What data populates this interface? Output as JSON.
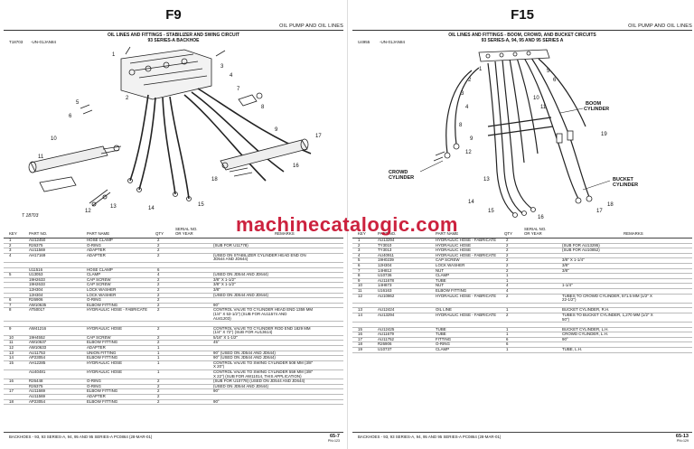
{
  "watermark": "machinecatalogic.com",
  "left": {
    "title": "F9",
    "section": "OIL PUMP AND OIL LINES",
    "caption_l1": "OIL LINES AND FITTINGS - STABILIZER AND SWING CIRCUIT",
    "caption_l2": "93 SERIES-A BACKHOE",
    "figref": "T18703",
    "figref2": "-UN-01JAN84",
    "diagram_label": "T 18703",
    "headers": {
      "key": "KEY",
      "part": "PART NO.",
      "name": "PART NAME",
      "qty": "QTY",
      "serial": "SERIAL NO.\nOR YEAR",
      "remarks": "REMARKS"
    },
    "rows": [
      [
        "1",
        "AU12450",
        "HOSE CLAMP",
        "2",
        "",
        ""
      ],
      [
        "2",
        "R26375",
        "O-RING",
        "2",
        "",
        "(SUB FOR U11778)"
      ],
      [
        "3",
        "AU11569",
        "ADAPTER",
        "2",
        "",
        ""
      ],
      [
        "4",
        "AH17169",
        "ADAPTER",
        "2",
        "",
        "(USED ON STABILIZER CYLINDER HEAD END ON\nJD544 AND JD644)"
      ],
      [
        "",
        "",
        "",
        "",
        "",
        ""
      ],
      [
        "",
        "U11516",
        "HOSE CLAMP",
        "6",
        "",
        ""
      ],
      [
        "5",
        "U13053",
        "CLAMP",
        "4",
        "",
        "(USED ON JD544 AND JD644)"
      ],
      [
        "",
        "19H2633",
        "CAP SCREW",
        "2",
        "",
        "3/8\" X 1-1/2\""
      ],
      [
        "",
        "19H2633",
        "CAP SCREW",
        "2",
        "",
        "3/8\" X 1-1/2\""
      ],
      [
        "",
        "12H304",
        "LOCK WASHER",
        "2",
        "",
        "3/8\""
      ],
      [
        "",
        "12H304",
        "LOCK WASHER",
        "2",
        "",
        "(USED ON JD544 AND JD644)"
      ],
      [
        "6",
        "R26906",
        "O-RING",
        "2",
        "",
        "",
        ""
      ],
      [
        "7",
        "AW10635",
        "ELBOW FITTING",
        "2",
        "",
        "90°"
      ],
      [
        "8",
        "AT50017",
        "HYDRAULIC HOSE - FABRICATE",
        "2",
        "",
        "CONTROL VALVE TO CYLINDER HEAD END 1359 MM\n(1/4\" X 53-1/2\") (SUB FOR AU11574 AND\nAU41203)"
      ],
      [
        "",
        "",
        "",
        "",
        "",
        ""
      ],
      [
        "9",
        "AW41216",
        "HYDRAULIC HOSE",
        "2",
        "",
        "CONTROL VALVE TO CYLINDER ROD END 1829 MM\n(1/4\" X 72\") (SUB FOR AU13614)"
      ],
      [
        "10",
        "19H4552",
        "CAP SCREW",
        "2",
        "",
        "5/16\" X 1-1/2\""
      ],
      [
        "11",
        "AW10637",
        "ELBOW FITTING",
        "2",
        "",
        "45°"
      ],
      [
        "12",
        "AW10633",
        "ADAPTER",
        "1",
        "",
        ""
      ],
      [
        "13",
        "AU11753",
        "UNION FITTING",
        "1",
        "",
        "90° (USED ON JD544 AND JD644)"
      ],
      [
        "14",
        "AP23054",
        "ELBOW FITTING",
        "1",
        "",
        "90° (USED ON JD544 AND JD644)"
      ],
      [
        "15",
        "AH12285",
        "HYDRAULIC HOSE",
        "1",
        "",
        "CONTROL VALVE TO SWING CYLINDER 508 MM (3/8\"\nX 20\")"
      ],
      [
        "",
        "AU40481",
        "HYDRAULIC HOSE",
        "1",
        "",
        "CONTROL VALVE TO SWING CYLINDER 559 MM (3/8\"\nX 22\") (SUB FOR AW11014, THIS APPLICATION)"
      ],
      [
        "16",
        "R26448",
        "O-RING",
        "2",
        "",
        "(SUB FOR U10778) (USED ON JD544 AND JD644)"
      ],
      [
        "",
        "R26375",
        "O-RING",
        "2",
        "",
        "(USED ON JD544 AND JD644)"
      ],
      [
        "17",
        "AU11669",
        "ELBOW FITTING",
        "2",
        "",
        "90°"
      ],
      [
        "",
        "AU11569",
        "ADAPTER",
        "2",
        "",
        ""
      ],
      [
        "18",
        "AP23054",
        "ELBOW FITTING",
        "2",
        "",
        "90°"
      ]
    ],
    "footer_left": "BACKHOES - 93, 93 SERIES-A, 94, 95 AND 95 SERIES-A   PC0864   (28-MAR-01)",
    "footer_page": "65-7",
    "footer_sub": "PN=123"
  },
  "right": {
    "title": "F15",
    "section": "OIL PUMP AND OIL LINES",
    "caption_l1": "OIL LINES AND FITTINGS - BOOM, CROWD, AND BUCKET CIRCUITS",
    "caption_l2": "93 SERIES-A, 94, 95 AND 95 SERIES A",
    "figref": "U4955",
    "figref2": "-UN-01JAN84",
    "callouts": {
      "boom": "BOOM\nCYLINDER",
      "crowd": "CROWD\nCYLINDER",
      "bucket": "BUCKET\nCYLINDER"
    },
    "headers": {
      "key": "KEY",
      "part": "PART NO.",
      "name": "PART NAME",
      "qty": "QTY",
      "serial": "SERIAL NO.\nOR YEAR",
      "remarks": "REMARKS"
    },
    "rows": [
      [
        "1",
        "AU13294",
        "HYDRAULIC HOSE - FABRICATE",
        "2",
        "",
        ""
      ],
      [
        "2",
        "TY3010",
        "HYDRAULIC HOSE",
        "2",
        "",
        "(SUB FOR AU13295)"
      ],
      [
        "3",
        "TY3013",
        "HYDRAULIC HOSE",
        "2",
        "",
        "(SUB FOR AU10852)"
      ],
      [
        "4",
        "AU40911",
        "HYDRAULIC HOSE - FABRICATE",
        "2",
        "",
        ""
      ],
      [
        "5",
        "19H0239",
        "CAP SCREW",
        "2",
        "",
        "3/8\" X 1-1/4\""
      ],
      [
        "6",
        "12H304",
        "LOCK WASHER",
        "2",
        "",
        "3/8\""
      ],
      [
        "7",
        "14H812",
        "NUT",
        "2",
        "",
        "3/8\""
      ],
      [
        "8",
        "U10736",
        "CLAMP",
        "1",
        "",
        ""
      ],
      [
        "9",
        "AU11678",
        "TUBE",
        "1",
        "",
        ""
      ],
      [
        "10",
        "14H873",
        "NUT",
        "4",
        "",
        "1-1/4\""
      ],
      [
        "11",
        "U16163",
        "ELBOW FITTING",
        "4",
        "",
        ""
      ],
      [
        "12",
        "AU10862",
        "HYDRAULIC HOSE - FABRICATE",
        "2",
        "",
        "TUBES TO CROWD CYLINDER, 571.5 MM (1/2\" X\n22-1/2\")"
      ],
      [
        "",
        "",
        "",
        "",
        "",
        ""
      ],
      [
        "13",
        "AU12424",
        "OIL LINE",
        "1",
        "",
        "BUCKET CYLINDER, R.H."
      ],
      [
        "14",
        "AU13294",
        "HYDRAULIC HOSE - FABRICATE",
        "2",
        "",
        "TUBES TO BUCKET CYLINDER, 1,270 MM (1/2\" X\n50\")"
      ],
      [
        "",
        "",
        "",
        "",
        "",
        ""
      ],
      [
        "15",
        "AU12425",
        "TUBE",
        "1",
        "",
        "BUCKET CYLINDER, L.H."
      ],
      [
        "16",
        "AU11679",
        "TUBE",
        "1",
        "",
        "CROWD CYLINDER, L.H."
      ],
      [
        "17",
        "AU11752",
        "FITTING",
        "6",
        "",
        "90°"
      ],
      [
        "18",
        "R26906",
        "O-RING",
        "6",
        "",
        ""
      ],
      [
        "19",
        "U10737",
        "CLAMP",
        "1",
        "",
        "TUBE, L.H."
      ]
    ],
    "footer_left": "BACKHOES - 93, 93 SERIES-A, 94, 95 AND 95 SERIES-A   PC0864   (28-MAR-01)",
    "footer_page": "65-13",
    "footer_sub": "PN=129"
  }
}
